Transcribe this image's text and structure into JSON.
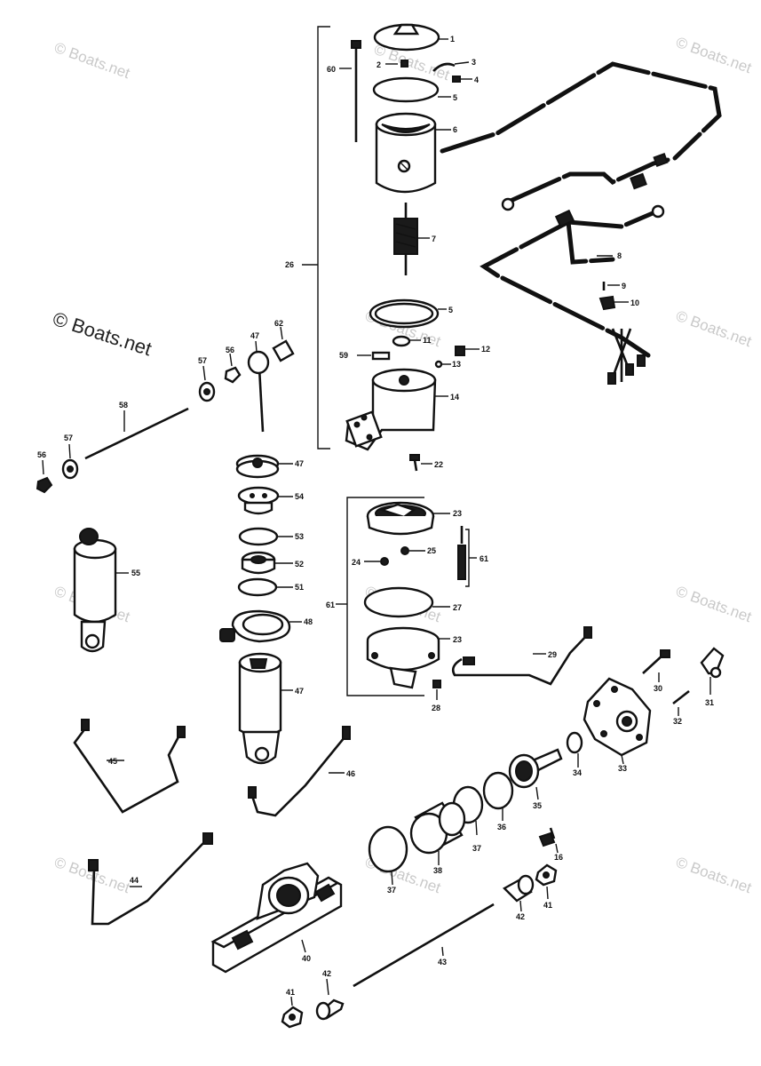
{
  "watermark": {
    "text": "© Boats.net",
    "primary_text": "© Boats.net"
  },
  "callouts": {
    "p1": "1",
    "p2": "2",
    "p3": "3",
    "p4": "4",
    "p5a": "5",
    "p5b": "5",
    "p6": "6",
    "p7": "7",
    "p8": "8",
    "p9": "9",
    "p10": "10",
    "p11": "11",
    "p12": "12",
    "p13": "13",
    "p14": "14",
    "p16": "16",
    "p22": "22",
    "p23a": "23",
    "p23b": "23",
    "p24": "24",
    "p25": "25",
    "p26": "26",
    "p27": "27",
    "p28": "28",
    "p29": "29",
    "p30": "30",
    "p31": "31",
    "p32": "32",
    "p33": "33",
    "p34": "34",
    "p35": "35",
    "p36": "36",
    "p37a": "37",
    "p37b": "37",
    "p38": "38",
    "p40": "40",
    "p41a": "41",
    "p41b": "41",
    "p42a": "42",
    "p42b": "42",
    "p43": "43",
    "p44": "44",
    "p45": "45",
    "p46": "46",
    "p47a": "47",
    "p47b": "47",
    "p47c": "47",
    "p48": "48",
    "p51": "51",
    "p52": "52",
    "p53": "53",
    "p54": "54",
    "p55": "55",
    "p56a": "56",
    "p56b": "56",
    "p57a": "57",
    "p57b": "57",
    "p58": "58",
    "p59": "59",
    "p60": "60",
    "p61a": "61",
    "p61b": "61",
    "p62": "62"
  }
}
